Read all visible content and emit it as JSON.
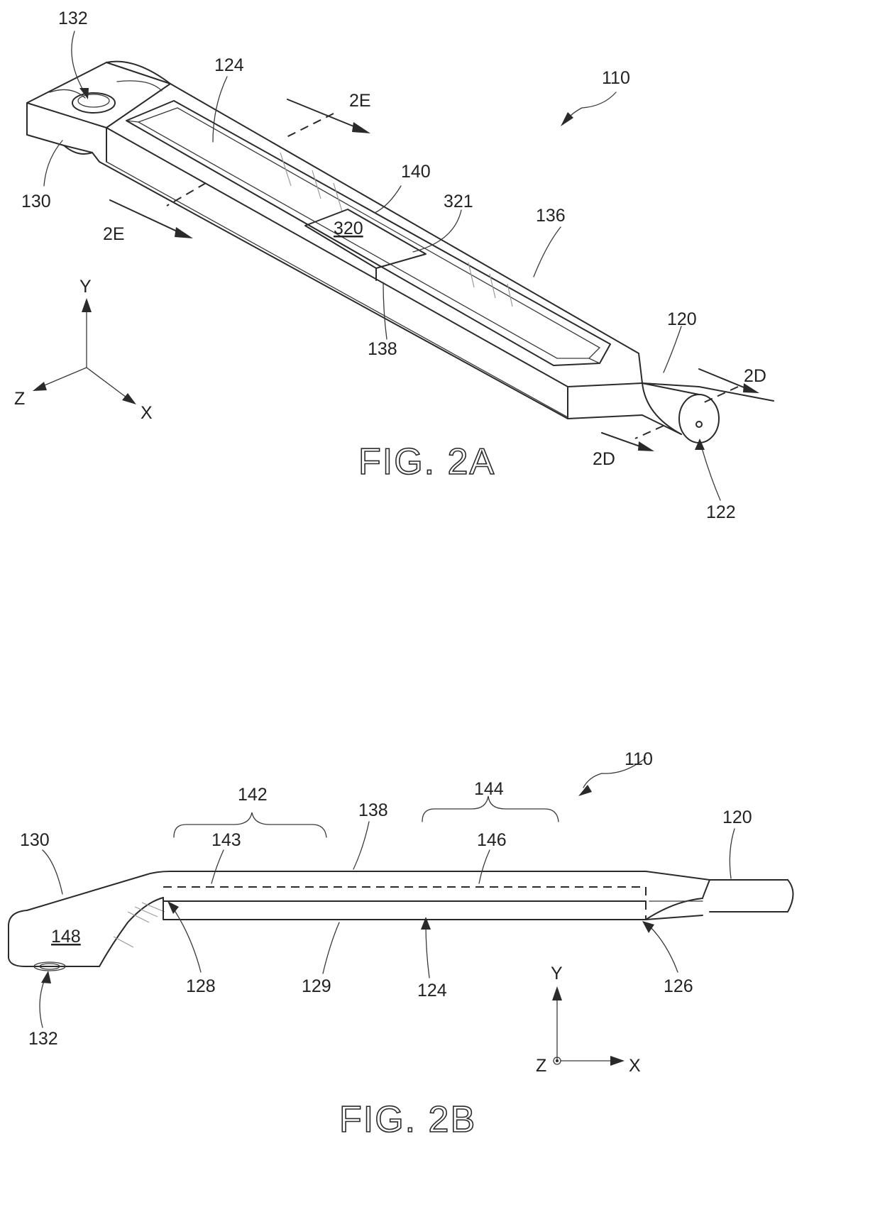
{
  "figures": {
    "fig2a": {
      "title": "FIG. 2A",
      "labels": {
        "l110": "110",
        "l132": "132",
        "l124": "124",
        "l2e_top": "2E",
        "l130": "130",
        "l2e_bottom": "2E",
        "l140": "140",
        "l320": "320",
        "l321": "321",
        "l136": "136",
        "l138": "138",
        "l120": "120",
        "l2d_top": "2D",
        "l2d_bottom": "2D",
        "l122": "122",
        "axis_y": "Y",
        "axis_z": "Z",
        "axis_x": "X"
      }
    },
    "fig2b": {
      "title": "FIG. 2B",
      "labels": {
        "l110": "110",
        "l142": "142",
        "l144": "144",
        "l138": "138",
        "l120": "120",
        "l130": "130",
        "l143": "143",
        "l146": "146",
        "l148": "148",
        "l128": "128",
        "l129": "129",
        "l124": "124",
        "l126": "126",
        "l132": "132",
        "axis_y": "Y",
        "axis_z": "Z",
        "axis_x": "X"
      }
    }
  }
}
